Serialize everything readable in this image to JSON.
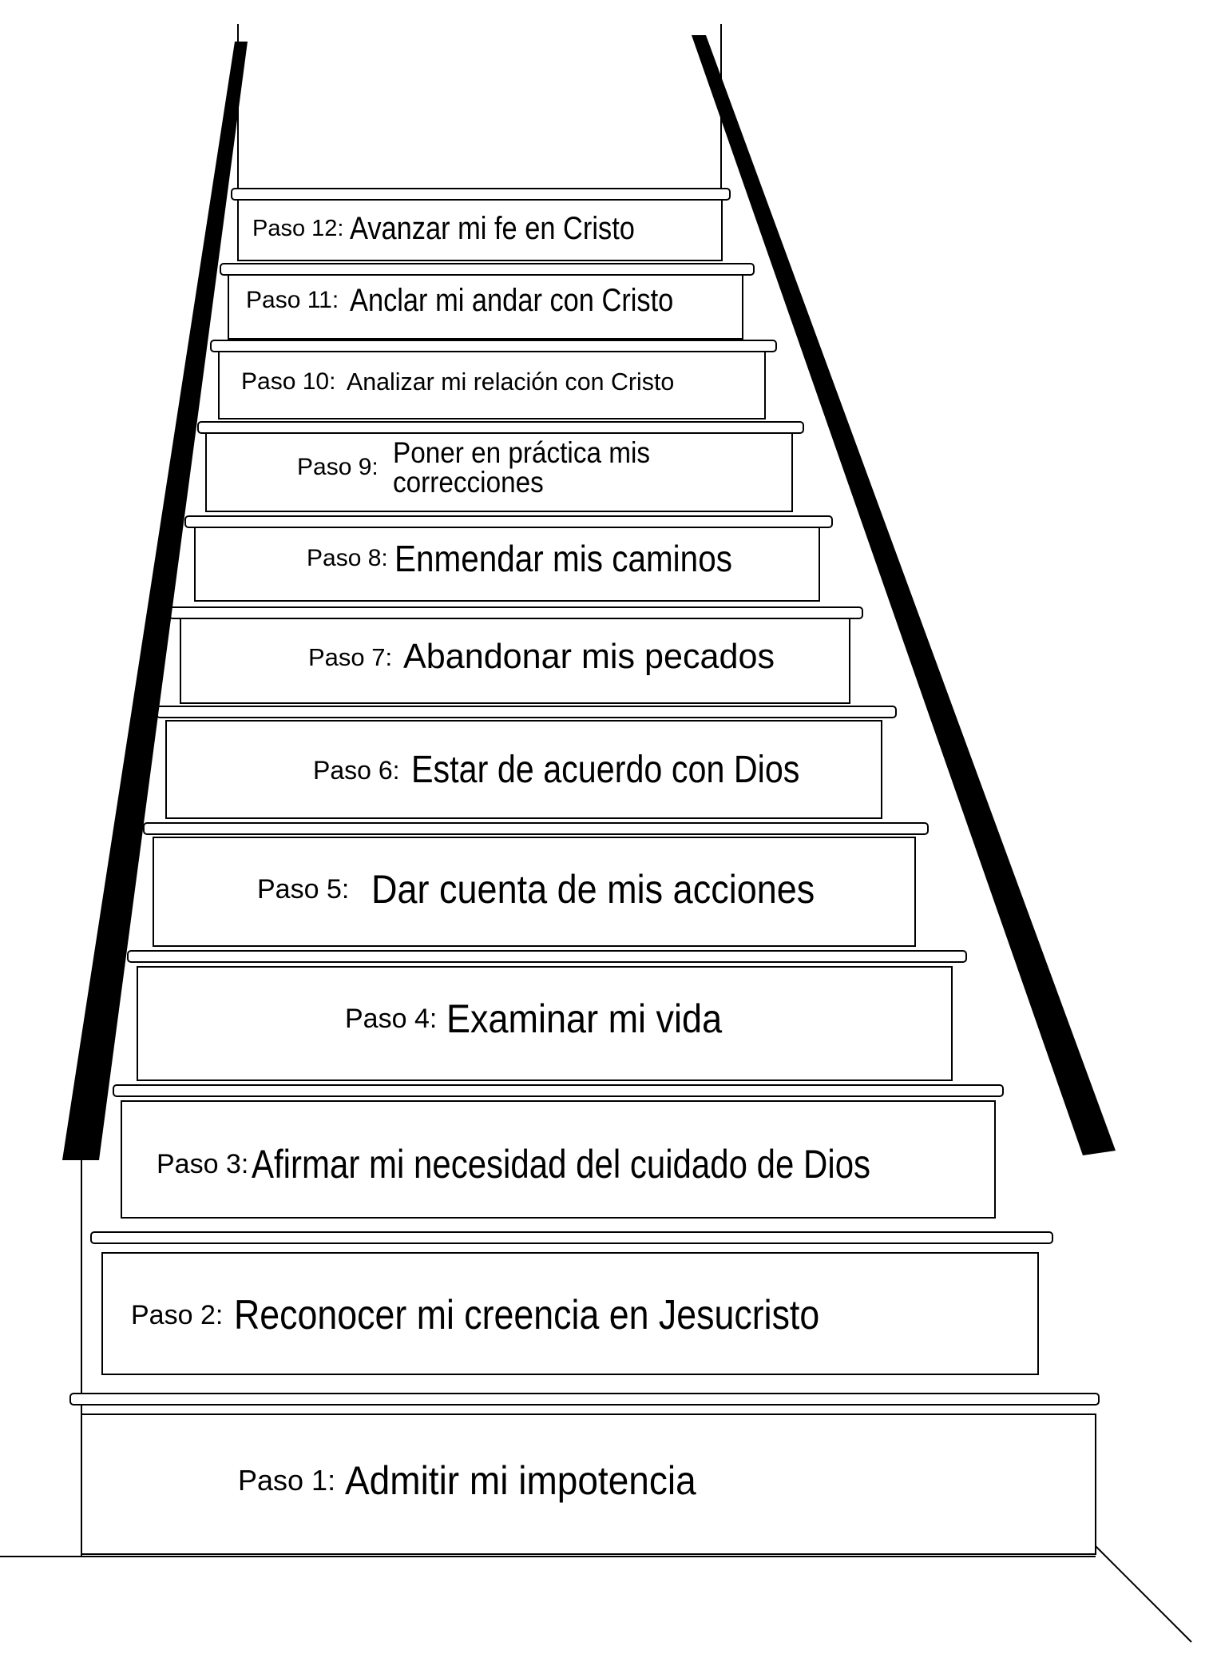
{
  "steps": [
    {
      "number": "Paso  1:",
      "text": "Admitir mi impotencia"
    },
    {
      "number": "Paso  2:",
      "text": "Reconocer mi creencia en Jesucristo"
    },
    {
      "number": "Paso 3:",
      "text": "Afirmar mi necesidad del cuidado de Dios"
    },
    {
      "number": "Paso  4:",
      "text": "Examinar mi vida"
    },
    {
      "number": "Paso  5:",
      "text": "Dar cuenta de mis acciones"
    },
    {
      "number": "Paso   6:",
      "text": "Estar de acuerdo con Dios"
    },
    {
      "number": "Paso 7:",
      "text": "Abandonar mis pecados"
    },
    {
      "number": "Paso  8:",
      "text": "Enmendar mis caminos"
    },
    {
      "number": "Paso  9:",
      "text": "Poner en práctica mis correcciones"
    },
    {
      "number": "Paso 10:",
      "text": "Analizar mi relación con Cristo"
    },
    {
      "number": "Paso 11:",
      "text": "Anclar mi andar con Cristo"
    },
    {
      "number": "Paso 12:",
      "text": "Avanzar mi fe en Cristo"
    }
  ]
}
